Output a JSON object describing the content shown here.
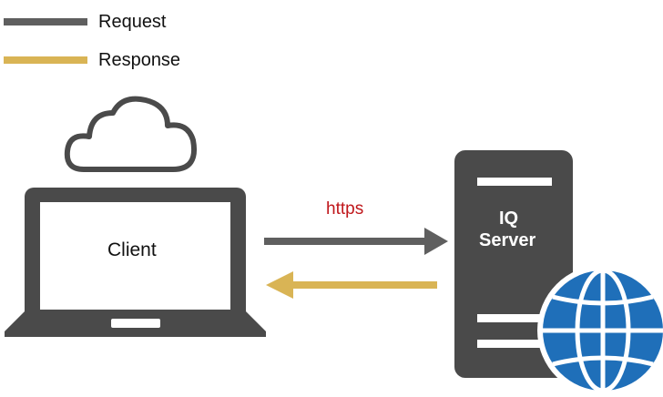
{
  "legend": {
    "request_label": "Request",
    "response_label": "Response"
  },
  "client": {
    "label": "Client"
  },
  "server": {
    "label_line1": "IQ",
    "label_line2": "Server"
  },
  "protocol_label": "https",
  "icons": [
    "cloud-icon",
    "laptop-icon",
    "server-icon",
    "globe-icon"
  ],
  "colors": {
    "request": "#5f5f5f",
    "response": "#d9b455",
    "device": "#4a4a4a",
    "globe": "#1f6fb9",
    "protocol_text": "#c0181c"
  }
}
